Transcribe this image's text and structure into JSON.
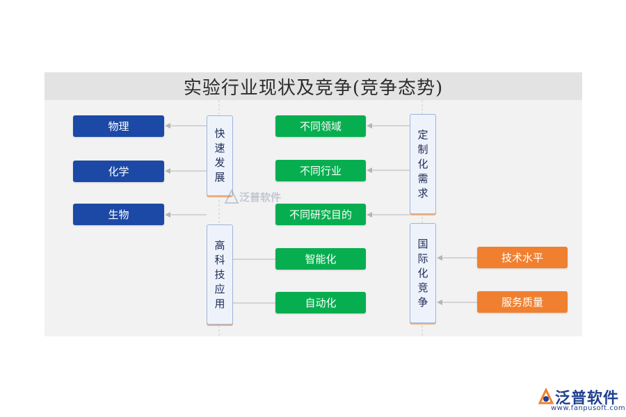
{
  "title": "实验行业现状及竞争(竞争态势)",
  "left_items": [
    "物理",
    "化学",
    "生物"
  ],
  "col1_top": [
    "快",
    "速",
    "发",
    "展"
  ],
  "col1_bottom": [
    "高",
    "科",
    "技",
    "应",
    "用"
  ],
  "middle_items": [
    "不同领域",
    "不同行业",
    "不同研究目的",
    "智能化",
    "自动化"
  ],
  "col2_top": [
    "定",
    "制",
    "化",
    "需",
    "求"
  ],
  "col2_bottom": [
    "国",
    "际",
    "化",
    "竞",
    "争"
  ],
  "right_items": [
    "技术水平",
    "服务质量"
  ],
  "watermark": "泛普软件",
  "brand": {
    "name": "泛普软件",
    "url": "www.fanpusoft.com"
  },
  "colors": {
    "blue": "#1c49a5",
    "green": "#07ae4f",
    "orange": "#f08030"
  }
}
